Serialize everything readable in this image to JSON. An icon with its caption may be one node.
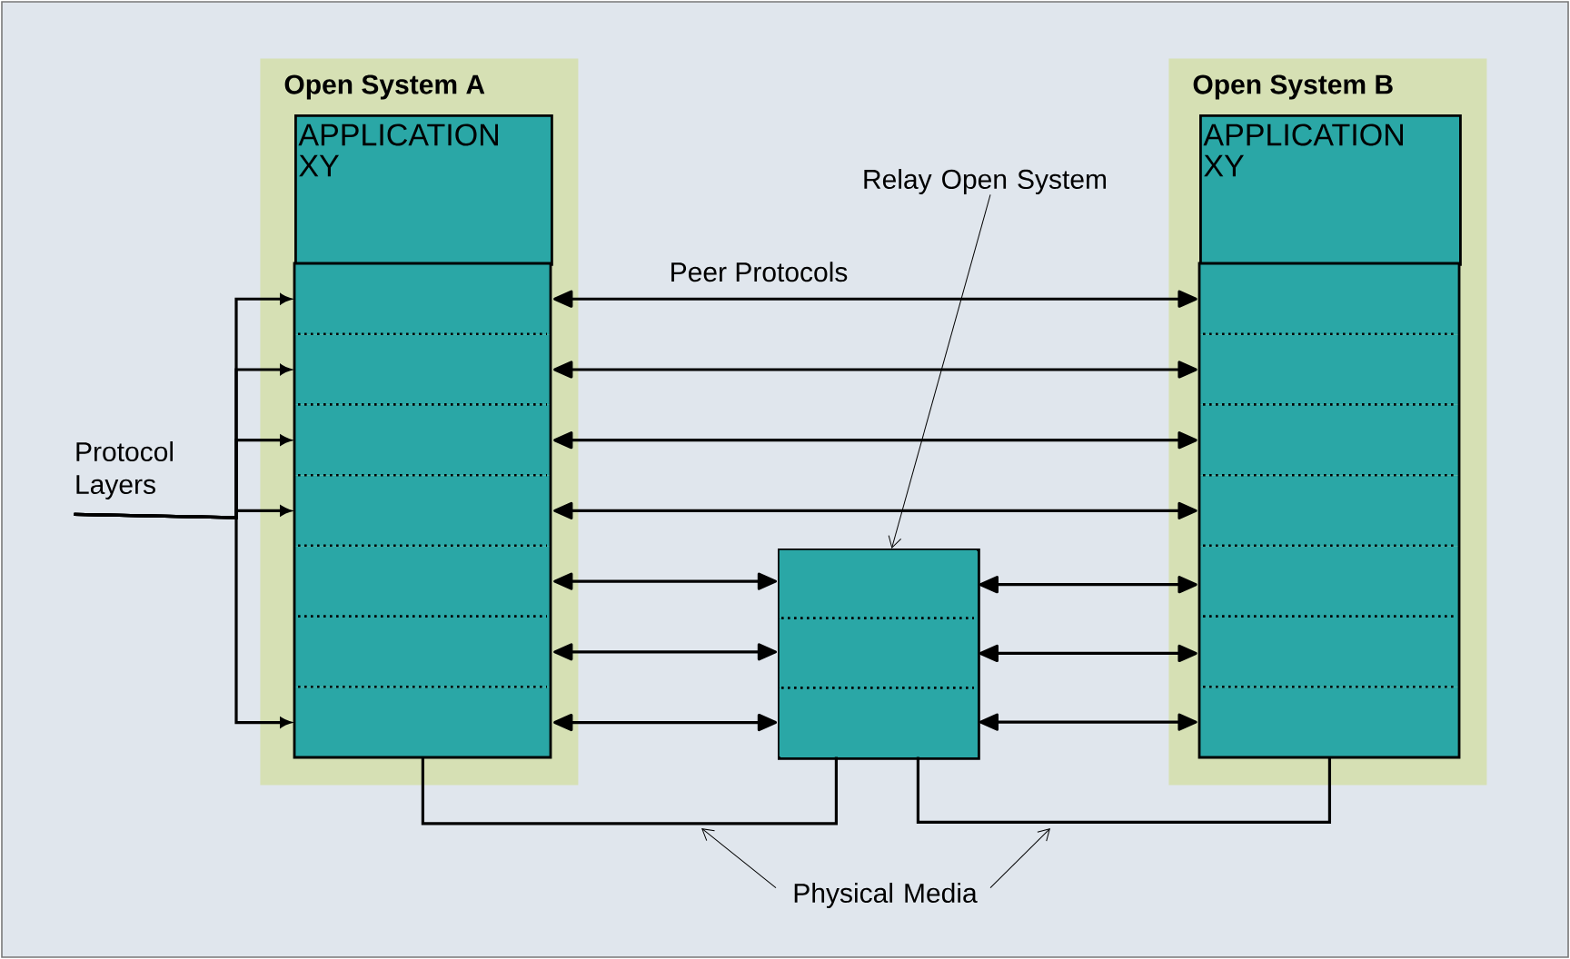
{
  "diagram": {
    "nodes": [
      {
        "text": [
          "Open System A"
        ]
      },
      {
        "text": [
          "APPLICATION XY"
        ],
        "in": 0
      },
      {
        "text": [],
        "shape": "box",
        "in": 0
      },
      {
        "text": [],
        "shape": "box",
        "in": 0
      },
      {
        "text": [],
        "shape": "box",
        "in": 0
      },
      {
        "text": [],
        "shape": "box",
        "in": 0
      },
      {
        "text": [],
        "shape": "box",
        "in": 0
      },
      {
        "text": [],
        "shape": "box",
        "in": 0
      },
      {
        "text": [],
        "shape": "box",
        "in": 0
      },
      {
        "text": [
          "Open System B"
        ]
      },
      {
        "text": [
          "APPLICATION XY"
        ],
        "in": 9
      },
      {
        "text": [],
        "shape": "box",
        "in": 9
      },
      {
        "text": [],
        "shape": "box",
        "in": 9
      },
      {
        "text": [],
        "shape": "box",
        "in": 9
      },
      {
        "text": [],
        "shape": "box",
        "in": 9
      },
      {
        "text": [],
        "shape": "box",
        "in": 9
      },
      {
        "text": [],
        "shape": "box",
        "in": 9
      },
      {
        "text": [],
        "shape": "box",
        "in": 9
      },
      {
        "text": [],
        "shape": "box"
      },
      {
        "text": [],
        "shape": "box",
        "in": 18
      },
      {
        "text": [],
        "shape": "box",
        "in": 18
      },
      {
        "text": [],
        "shape": "box",
        "in": 18
      },
      {
        "text": [
          "Relay Open System"
        ]
      },
      {
        "text": [
          "Protocol Layers"
        ]
      },
      {
        "text": [
          "Physical Media"
        ]
      }
    ],
    "edges": [
      {
        "from": 2,
        "to": 11,
        "arrow": "both",
        "label": "Peer Protocols"
      },
      {
        "from": 3,
        "to": 12,
        "arrow": "both"
      },
      {
        "from": 4,
        "to": 13,
        "arrow": "both"
      },
      {
        "from": 5,
        "to": 14,
        "arrow": "both"
      },
      {
        "from": 6,
        "to": 19,
        "arrow": "both"
      },
      {
        "from": 19,
        "to": 15,
        "arrow": "both"
      },
      {
        "from": 7,
        "to": 20,
        "arrow": "both"
      },
      {
        "from": 20,
        "to": 16,
        "arrow": "both"
      },
      {
        "from": 8,
        "to": 21,
        "arrow": "both"
      },
      {
        "from": 21,
        "to": 17,
        "arrow": "both"
      },
      {
        "from": 23,
        "to": 2,
        "arrow": "to"
      },
      {
        "from": 23,
        "to": 3,
        "arrow": "to"
      },
      {
        "from": 23,
        "to": 4,
        "arrow": "to"
      },
      {
        "from": 23,
        "to": 5,
        "arrow": "to"
      },
      {
        "from": 23,
        "to": 8,
        "arrow": "to"
      },
      {
        "from": 22,
        "to": 18,
        "arrow": "to"
      },
      {
        "from": 8,
        "to": 21,
        "arrow": "none"
      },
      {
        "from": 21,
        "to": 17,
        "arrow": "none"
      },
      {
        "from": 24,
        "to": null,
        "arrow": "to"
      },
      {
        "from": 24,
        "to": null,
        "arrow": "to"
      }
    ]
  }
}
